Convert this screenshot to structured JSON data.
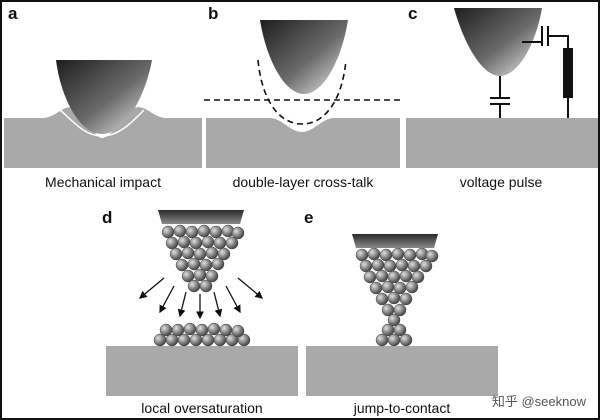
{
  "panels": [
    {
      "letter": "a",
      "caption": "Mechanical impact"
    },
    {
      "letter": "b",
      "caption": "double-layer cross-talk"
    },
    {
      "letter": "c",
      "caption": "voltage pulse"
    },
    {
      "letter": "d",
      "caption": "local oversaturation"
    },
    {
      "letter": "e",
      "caption": "jump-to-contact"
    }
  ],
  "watermark": "知乎 @seeknow",
  "colors": {
    "substrate": "#a9a9a9",
    "tip_dark": "#2b2b2b",
    "tip_light": "#e6e6e6",
    "particle": "#8a8a8a",
    "line": "#111111"
  }
}
